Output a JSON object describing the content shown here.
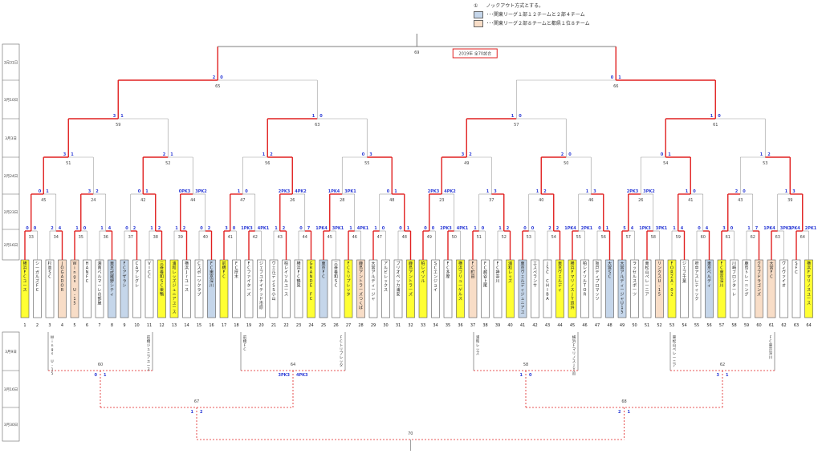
{
  "legend": {
    "num": "①",
    "note": "ノックアウト方式とする。",
    "items": [
      {
        "color": "#c5d6ea",
        "text": "･･･関東リーグ１部１２チームと２部４チーム"
      },
      {
        "color": "#f8ddc7",
        "text": "･･･関東リーグ２部８チームと都県１位８チーム"
      }
    ]
  },
  "final_label": "2019年 全70試合",
  "round_labels": [
    "3月31日",
    "3月10日",
    "3月3日",
    "2月24日",
    "2月23日",
    "2月16日\n17日"
  ],
  "bottom_round_labels": [
    "3月9日",
    "3月16日",
    "3月30日"
  ],
  "colors": {
    "teamYellow": "#ffff33",
    "teamBlue": "#c5d6ea",
    "teamOrange": "#f8ddc7",
    "win": "#e02020",
    "lose": "#999999"
  },
  "teams": [
    {
      "n": 1,
      "name": "横浜FCユース",
      "c": "y"
    },
    {
      "n": 2,
      "name": "シーガルズFC",
      "c": "w"
    },
    {
      "n": 3,
      "name": "杉並SC",
      "c": "w"
    },
    {
      "n": 4,
      "name": "JOGADOR",
      "c": "o"
    },
    {
      "n": 5,
      "name": "Wings U-15",
      "c": "o"
    },
    {
      "n": 6,
      "name": "HANFC",
      "c": "w"
    },
    {
      "n": 7,
      "name": "湘南ベルマーレの部屋",
      "c": "w"
    },
    {
      "n": 8,
      "name": "東京武蔵野シティ",
      "c": "b"
    },
    {
      "n": 9,
      "name": "FCアザラシ",
      "c": "b"
    },
    {
      "n": 10,
      "name": "CAアレグレ",
      "c": "w"
    },
    {
      "n": 11,
      "name": "VICC",
      "c": "w"
    },
    {
      "n": 12,
      "name": "三菱養和SC巣鴨",
      "c": "y"
    },
    {
      "n": 13,
      "name": "浦和レッズジュニアユース",
      "c": "y"
    },
    {
      "n": 14,
      "name": "横浜Jrユース",
      "c": "w"
    },
    {
      "n": 15,
      "name": "Cスポーツクラブ",
      "c": "w"
    },
    {
      "n": 16,
      "name": "FC東京深川",
      "c": "b"
    },
    {
      "n": 17,
      "name": "前橋FC",
      "c": "y"
    },
    {
      "n": 18,
      "name": "FC厚木",
      "c": "w"
    },
    {
      "n": 19,
      "name": "FCファイターズ",
      "c": "w"
    },
    {
      "n": 20,
      "name": "ジェフユナイテッド市原",
      "c": "w"
    },
    {
      "n": 21,
      "name": "ヴェルディSS小山",
      "c": "w"
    },
    {
      "n": 22,
      "name": "柏レイソルユース",
      "c": "w"
    },
    {
      "n": 23,
      "name": "横浜FC鶴見",
      "c": "w"
    },
    {
      "n": 24,
      "name": "GRANDE FC",
      "c": "y"
    },
    {
      "n": 25,
      "name": "東京FC",
      "c": "b"
    },
    {
      "n": 26,
      "name": "三菱養和SC",
      "c": "w"
    },
    {
      "n": 27,
      "name": "FCトリプレッタ",
      "c": "y"
    },
    {
      "n": 28,
      "name": "鹿島アントラーズつくば",
      "c": "o"
    },
    {
      "n": 29,
      "name": "大宮アルディージャ",
      "c": "w"
    },
    {
      "n": 30,
      "name": "アルビレックス",
      "c": "w"
    },
    {
      "n": 31,
      "name": "ブリオベッカ浦安",
      "c": "w"
    },
    {
      "n": 32,
      "name": "鹿島アントラーズ",
      "c": "y"
    },
    {
      "n": 33,
      "name": "柏レイソル",
      "c": "y"
    },
    {
      "n": 34,
      "name": "SCエンジョイ",
      "c": "w"
    },
    {
      "n": 35,
      "name": "FC多摩",
      "c": "w"
    },
    {
      "n": 36,
      "name": "横浜フリューゲルス",
      "c": "y"
    },
    {
      "n": 37,
      "name": "FC町田",
      "c": "o"
    },
    {
      "n": 38,
      "name": "FC越谷上尾",
      "c": "w"
    },
    {
      "n": 39,
      "name": "FC神奈川",
      "c": "w"
    },
    {
      "n": 40,
      "name": "浦和レッズ",
      "c": "y"
    },
    {
      "n": 41,
      "name": "東京ヴェルディジュニアユース",
      "c": "b"
    },
    {
      "n": 42,
      "name": "エスペランサ",
      "c": "w"
    },
    {
      "n": 43,
      "name": "JSC CHIBA",
      "c": "w"
    },
    {
      "n": 44,
      "name": "東京ヴェルディ",
      "c": "y"
    },
    {
      "n": 45,
      "name": "横浜FマリノスJY追浜",
      "c": "y"
    },
    {
      "n": 46,
      "name": "柏レイソルTOR",
      "c": "w"
    },
    {
      "n": 47,
      "name": "坂戸ディプロマッツ",
      "c": "w"
    },
    {
      "n": 48,
      "name": "大宮SC",
      "c": "b"
    },
    {
      "n": 49,
      "name": "大宮アルディージャU15",
      "c": "b"
    },
    {
      "n": 50,
      "name": "ラッセルスポーツ",
      "c": "w"
    },
    {
      "n": 51,
      "name": "東松山ペレーニア",
      "c": "w"
    },
    {
      "n": 52,
      "name": "リンクスU-15",
      "c": "o"
    },
    {
      "n": 53,
      "name": "FORZA'02",
      "c": "y"
    },
    {
      "n": 54,
      "name": "ジェフ千葉",
      "c": "w"
    },
    {
      "n": 55,
      "name": "府中アスレティック",
      "c": "w"
    },
    {
      "n": 56,
      "name": "東京ベルディ",
      "c": "b"
    },
    {
      "n": 57,
      "name": "FC東京深川",
      "c": "y"
    },
    {
      "n": 58,
      "name": "川崎フロンターレ",
      "c": "w"
    },
    {
      "n": 59,
      "name": "鹿島トレーニング",
      "c": "w"
    },
    {
      "n": 60,
      "name": "クラブドラゴンズ",
      "c": "o"
    },
    {
      "n": 61,
      "name": "大宮FC",
      "c": "o"
    },
    {
      "n": 62,
      "name": "ヴィヴァイオ",
      "c": "w"
    },
    {
      "n": 63,
      "name": "SFC",
      "c": "w"
    },
    {
      "n": 64,
      "name": "横浜Fマリノスユース",
      "c": "y"
    }
  ],
  "r1": [
    {
      "g": "33",
      "s": [
        "0",
        "0"
      ],
      "w": 0
    },
    {
      "g": "34",
      "s": [
        "2",
        "4"
      ],
      "w": 1
    },
    {
      "g": "35",
      "s": [
        "1",
        "0"
      ],
      "w": 0
    },
    {
      "g": "36",
      "s": [
        "1",
        "4"
      ],
      "w": 1
    },
    {
      "g": "37",
      "s": [
        "0",
        "2"
      ],
      "w": 1
    },
    {
      "g": "38",
      "s": [
        "1",
        "2"
      ],
      "w": 1
    },
    {
      "g": "39",
      "s": [
        "1",
        "2"
      ],
      "w": 1
    },
    {
      "g": "40",
      "s": [
        "0",
        "2"
      ],
      "w": 1
    },
    {
      "g": "41",
      "s": [
        "3",
        "0"
      ],
      "w": 0
    },
    {
      "g": "42",
      "s": [
        "1PK3",
        "4PK1"
      ],
      "w": 0
    },
    {
      "g": "43",
      "s": [
        "1",
        "2"
      ],
      "w": 1
    },
    {
      "g": "44",
      "s": [
        "0",
        "7"
      ],
      "w": 1
    },
    {
      "g": "45",
      "s": [
        "1PK4",
        "3PK1"
      ],
      "w": 0
    },
    {
      "g": "46",
      "s": [
        "1",
        "4PK1"
      ],
      "w": 0
    },
    {
      "g": "47",
      "s": [
        "1",
        "0"
      ],
      "w": 0
    },
    {
      "g": "48",
      "s": [
        "0",
        "1"
      ],
      "w": 1
    },
    {
      "g": "49",
      "s": [
        "0",
        "0"
      ],
      "w": 0
    },
    {
      "g": "50",
      "s": [
        "2PK3",
        "4PK1"
      ],
      "w": 0
    },
    {
      "g": "51",
      "s": [
        "1",
        "0"
      ],
      "w": 0
    },
    {
      "g": "52",
      "s": [
        "1",
        "2"
      ],
      "w": 1
    },
    {
      "g": "53",
      "s": [
        "0",
        "0"
      ],
      "w": 0
    },
    {
      "g": "54",
      "s": [
        "2",
        "2"
      ],
      "w": 1
    },
    {
      "g": "55",
      "s": [
        "1PK4",
        "2PK1"
      ],
      "w": 0
    },
    {
      "g": "56",
      "s": [
        "0",
        "1"
      ],
      "w": 1
    },
    {
      "g": "57",
      "s": [
        "5",
        "4"
      ],
      "w": 0
    },
    {
      "g": "58",
      "s": [
        "1PK3",
        "3PK1"
      ],
      "w": 0
    },
    {
      "g": "59",
      "s": [
        "1",
        "4"
      ],
      "w": 1
    },
    {
      "g": "60",
      "s": [
        "0",
        "4"
      ],
      "w": 1
    },
    {
      "g": "61",
      "s": [
        "3",
        "0"
      ],
      "w": 0
    },
    {
      "g": "62",
      "s": [
        "1",
        "7"
      ],
      "w": 1
    },
    {
      "g": "63",
      "s": [
        "1PK4",
        "3PK1"
      ],
      "w": 0
    },
    {
      "g": "64",
      "s": [
        "1PK4",
        "2PK1"
      ],
      "w": 0
    }
  ],
  "r2": [
    {
      "g": "45",
      "s": [
        "0",
        "1"
      ],
      "w": 0
    },
    {
      "g": "24",
      "s": [
        "3",
        "2"
      ],
      "w": 0
    },
    {
      "g": "42",
      "s": [
        "0",
        "1"
      ],
      "w": 1
    },
    {
      "g": "44",
      "s": [
        "0PK3",
        "3PK2"
      ],
      "w": 0
    },
    {
      "g": "47",
      "s": [
        "1",
        "0"
      ],
      "w": 0
    },
    {
      "g": "26",
      "s": [
        "2PK3",
        "4PK2"
      ],
      "w": 0
    },
    {
      "g": "28",
      "s": [
        "1PK4",
        "3PK1"
      ],
      "w": 0
    },
    {
      "g": "48",
      "s": [
        "0",
        "1"
      ],
      "w": 1
    },
    {
      "g": "23",
      "s": [
        "2PK3",
        "4PK2"
      ],
      "w": 0
    },
    {
      "g": "37",
      "s": [
        "1",
        "3"
      ],
      "w": 1
    },
    {
      "g": "40",
      "s": [
        "1",
        "2"
      ],
      "w": 1
    },
    {
      "g": "46",
      "s": [
        "1",
        "3"
      ],
      "w": 1
    },
    {
      "g": "26",
      "s": [
        "2PK3",
        "3PK2"
      ],
      "w": 0
    },
    {
      "g": "41",
      "s": [
        "1",
        "0"
      ],
      "w": 0
    },
    {
      "g": "43",
      "s": [
        "2",
        "0"
      ],
      "w": 0
    },
    {
      "g": "39",
      "s": [
        "1",
        "3"
      ],
      "w": 1
    }
  ],
  "r3": [
    {
      "g": "51",
      "s": [
        "3",
        "1"
      ],
      "w": 0
    },
    {
      "g": "52",
      "s": [
        "2",
        "1"
      ],
      "w": 0
    },
    {
      "g": "56",
      "s": [
        "1",
        "2"
      ],
      "w": 1
    },
    {
      "g": "55",
      "s": [
        "0",
        "3"
      ],
      "w": 1
    },
    {
      "g": "49",
      "s": [
        "3",
        "2"
      ],
      "w": 0
    },
    {
      "g": "50",
      "s": [
        "2",
        "0"
      ],
      "w": 0
    },
    {
      "g": "54",
      "s": [
        "0",
        "1"
      ],
      "w": 1
    },
    {
      "g": "53",
      "s": [
        "1",
        "2"
      ],
      "w": 1
    }
  ],
  "r4": [
    {
      "g": "59",
      "s": [
        "3",
        "1"
      ],
      "w": 0
    },
    {
      "g": "63",
      "s": [
        "1",
        "0"
      ],
      "w": 0
    },
    {
      "g": "57",
      "s": [
        "1",
        "0"
      ],
      "w": 0
    },
    {
      "g": "61",
      "s": [
        "1",
        "0"
      ],
      "w": 0
    }
  ],
  "r5": [
    {
      "g": "65",
      "s": [
        "2",
        "0"
      ],
      "w": 0
    },
    {
      "g": "66",
      "s": [
        "0",
        "1"
      ],
      "w": 1
    }
  ],
  "r6": {
    "g": "69",
    "s": [
      "",
      ""
    ]
  },
  "bottom": {
    "groups": [
      {
        "g": "60",
        "teams": [
          "Wings U-15",
          "前橋ジュニアユース"
        ],
        "s": [
          "0",
          "1"
        ]
      },
      {
        "g": "64",
        "teams": [
          "前橋FC",
          "FCトリプレッタ"
        ],
        "s": [
          "3PK3",
          "4PK3"
        ]
      },
      {
        "g": "58",
        "teams": [
          "浦和レッズ",
          "横浜FマリノスJY追浜"
        ],
        "s": [
          "1",
          "0"
        ]
      },
      {
        "g": "62",
        "teams": [
          "東松山ペレーニア",
          "FC東京深川"
        ],
        "s": [
          "3",
          "1"
        ]
      }
    ],
    "semis": [
      {
        "g": "67",
        "s": [
          "1",
          "2"
        ]
      },
      {
        "g": "68",
        "s": [
          "2",
          "1"
        ]
      }
    ],
    "final": {
      "g": "70"
    }
  }
}
